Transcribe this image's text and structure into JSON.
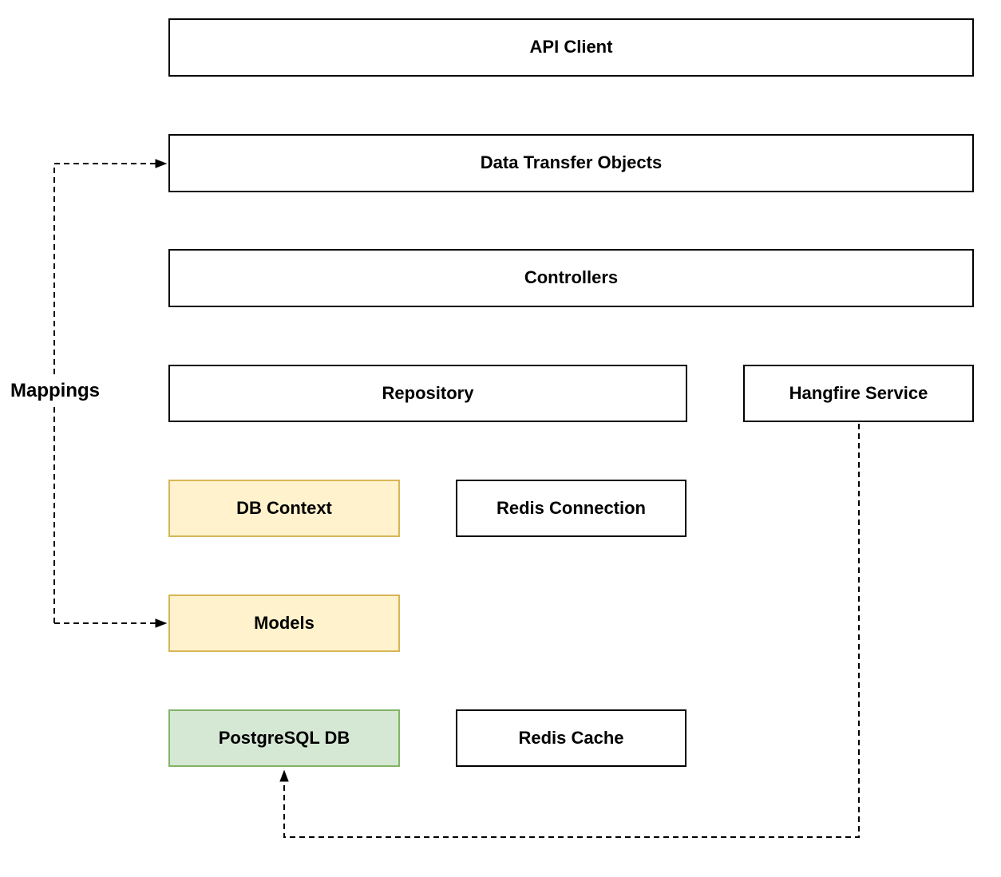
{
  "diagram": {
    "type": "architecture-flowchart",
    "background": "#ffffff",
    "nodes": [
      {
        "id": "api-client",
        "label": "API Client",
        "fill": "#ffffff",
        "border": "#000000"
      },
      {
        "id": "data-transfer-objects",
        "label": "Data Transfer Objects",
        "fill": "#ffffff",
        "border": "#000000"
      },
      {
        "id": "controllers",
        "label": "Controllers",
        "fill": "#ffffff",
        "border": "#000000"
      },
      {
        "id": "repository",
        "label": "Repository",
        "fill": "#ffffff",
        "border": "#000000"
      },
      {
        "id": "hangfire-service",
        "label": "Hangfire Service",
        "fill": "#ffffff",
        "border": "#000000"
      },
      {
        "id": "db-context",
        "label": "DB Context",
        "fill": "#fff2cc",
        "border": "#d6b656"
      },
      {
        "id": "redis-connection",
        "label": "Redis Connection",
        "fill": "#ffffff",
        "border": "#000000"
      },
      {
        "id": "models",
        "label": "Models",
        "fill": "#fff2cc",
        "border": "#d6b656"
      },
      {
        "id": "postgresql-db",
        "label": "PostgreSQL DB",
        "fill": "#d5e8d4",
        "border": "#82b366"
      },
      {
        "id": "redis-cache",
        "label": "Redis Cache",
        "fill": "#ffffff",
        "border": "#000000"
      }
    ],
    "edge_label": "Mappings",
    "edges": [
      {
        "from": "mappings-label",
        "to": "data-transfer-objects",
        "style": "dashed",
        "arrow": "end"
      },
      {
        "from": "mappings-label",
        "to": "models",
        "style": "dashed",
        "arrow": "end"
      },
      {
        "from": "hangfire-service",
        "to": "postgresql-db",
        "style": "dashed",
        "arrow": "end"
      }
    ],
    "colors": {
      "line": "#000000",
      "text": "#000000",
      "yellow_fill": "#fff2cc",
      "yellow_border": "#d6b656",
      "green_fill": "#d5e8d4",
      "green_border": "#82b366"
    }
  }
}
